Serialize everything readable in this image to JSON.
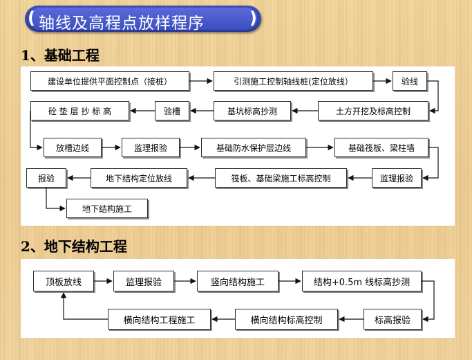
{
  "title": "轴线及高程点放样程序",
  "title_brackets": {
    "left": "(",
    "right": ")"
  },
  "section1": {
    "heading": "1、基础工程",
    "steps": [
      "建设单位提供平面控制点（接桩）",
      "引测施工控制轴线桩(定位放线）",
      "验线",
      "土方开挖及标高控制",
      "基坑标高抄测",
      "验槽",
      "砼 垫 层 抄 标 高",
      "放槽边线",
      "监理报验",
      "基础防水保护层边线",
      "基础筏板、梁柱墙",
      "监理报验",
      "筏板、基础梁施工标高控制",
      "地下结构定位放线",
      "报验",
      "地下结构施工"
    ]
  },
  "section2": {
    "heading": "2、地下结构工程",
    "steps": [
      "顶板放线",
      "监理报验",
      "竖向结构施工",
      "结构+0.5m 线标高抄测",
      "标高报验",
      "横向结构标高控制",
      "横向结构工程施工"
    ]
  },
  "colors": {
    "banner": "#3f4fb8",
    "background": "#f2d49c",
    "panel": "#ffffff",
    "box_border": "#2b2b2b"
  }
}
